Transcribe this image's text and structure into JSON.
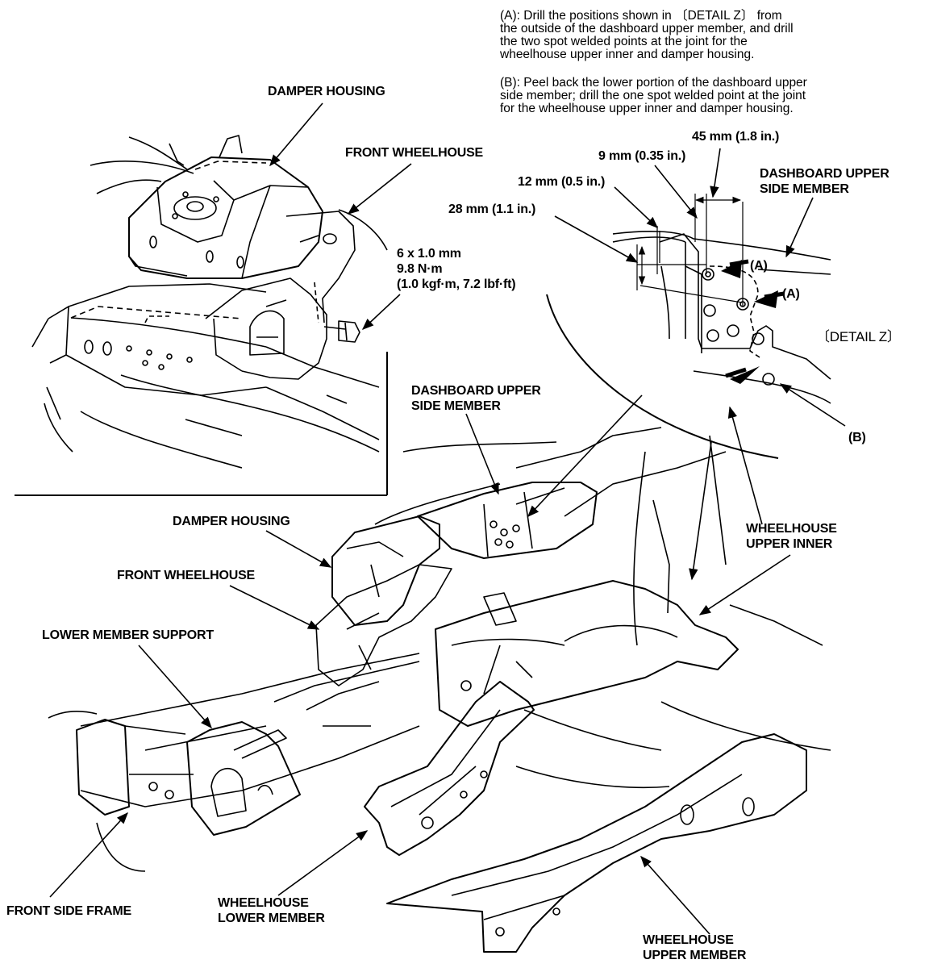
{
  "notes": {
    "a": [
      "(A): Drill the positions shown in 〔DETAIL Z〕 from",
      "the outside of the dashboard upper member, and drill",
      "the two spot welded points at the joint for the",
      "wheelhouse upper inner and damper housing."
    ],
    "b": [
      "(B): Peel back the lower portion of the dashboard upper",
      "side member; drill the one spot welded point at the joint",
      "for the wheelhouse upper inner and damper housing."
    ]
  },
  "inset": {
    "damper_housing": "DAMPER HOUSING",
    "front_wheelhouse": "FRONT WHEELHOUSE",
    "bolt_spec": [
      "6 x 1.0 mm",
      "9.8 N·m",
      "(1.0 kgf·m, 7.2 lbf·ft)"
    ]
  },
  "detail": {
    "dim_45": "45 mm (1.8 in.)",
    "dim_9": "9 mm (0.35 in.)",
    "dim_12": "12 mm (0.5 in.)",
    "dim_28": "28 mm (1.1 in.)",
    "dashboard_member": [
      "DASHBOARD UPPER",
      "SIDE MEMBER"
    ],
    "marker_a1": "(A)",
    "marker_a2": "(A)",
    "marker_b": "(B)",
    "title": "〔DETAIL Z〕"
  },
  "main": {
    "dashboard_member": [
      "DASHBOARD UPPER",
      "SIDE MEMBER"
    ],
    "damper_housing": "DAMPER HOUSING",
    "front_wheelhouse": "FRONT WHEELHOUSE",
    "lower_member_support": "LOWER MEMBER SUPPORT",
    "front_side_frame": "FRONT SIDE FRAME",
    "wheelhouse_lower_member": [
      "WHEELHOUSE",
      "LOWER MEMBER"
    ],
    "wheelhouse_upper_inner": [
      "WHEELHOUSE",
      "UPPER INNER"
    ],
    "wheelhouse_upper_member": [
      "WHEELHOUSE",
      "UPPER MEMBER"
    ]
  }
}
